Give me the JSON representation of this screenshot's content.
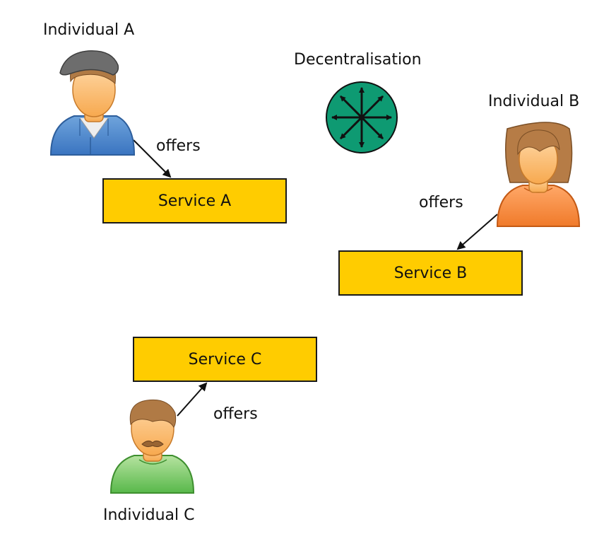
{
  "diagram": {
    "title": "Decentralisation",
    "individuals": [
      {
        "label": "Individual A"
      },
      {
        "label": "Individual B"
      },
      {
        "label": "Individual C"
      }
    ],
    "services": [
      {
        "label": "Service A"
      },
      {
        "label": "Service B"
      },
      {
        "label": "Service C"
      }
    ],
    "edges": [
      {
        "from": "Individual A",
        "to": "Service A",
        "label": "offers"
      },
      {
        "from": "Individual B",
        "to": "Service B",
        "label": "offers"
      },
      {
        "from": "Individual C",
        "to": "Service C",
        "label": "offers"
      }
    ],
    "colors": {
      "service_fill": "#ffcc00",
      "decentral_icon": "#0e9a72"
    }
  }
}
